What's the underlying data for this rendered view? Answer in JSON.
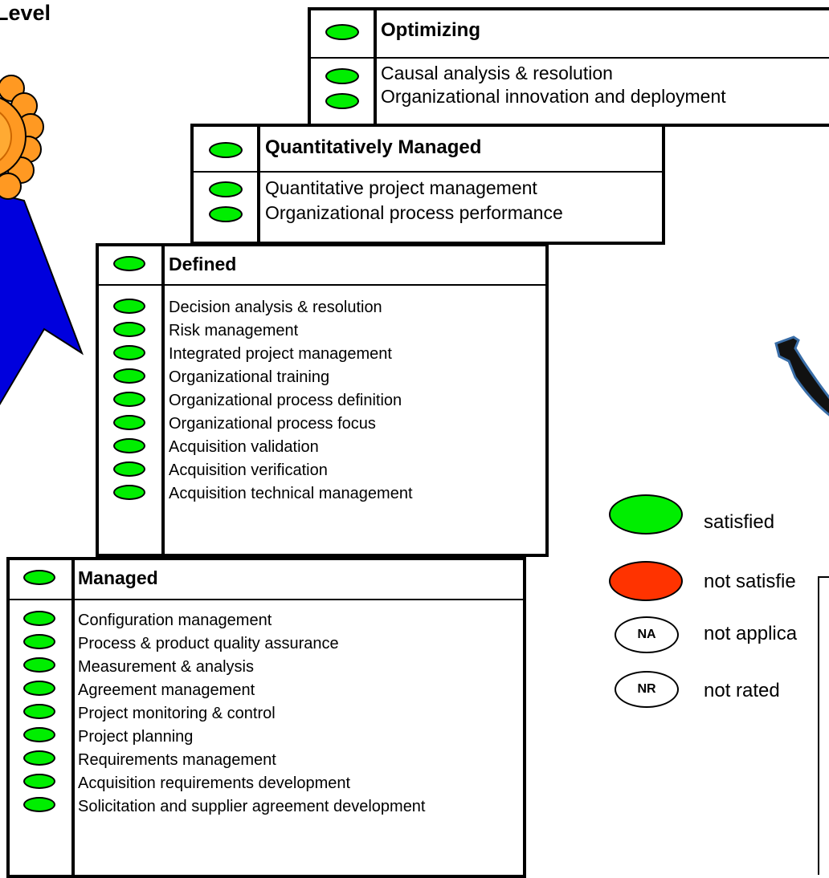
{
  "page": {
    "title": "Level"
  },
  "levels": {
    "optimizing": {
      "title": "Optimizing",
      "status": "satisfied",
      "items": [
        {
          "label": "Causal analysis & resolution",
          "status": "satisfied"
        },
        {
          "label": "Organizational innovation and deployment",
          "status": "satisfied"
        }
      ]
    },
    "quantitative": {
      "title": "Quantitatively Managed",
      "status": "satisfied",
      "items": [
        {
          "label": "Quantitative project management",
          "status": "satisfied"
        },
        {
          "label": "Organizational process performance",
          "status": "satisfied"
        }
      ]
    },
    "defined": {
      "title": "Defined",
      "status": "satisfied",
      "items": [
        {
          "label": "Decision analysis & resolution",
          "status": "satisfied"
        },
        {
          "label": "Risk management",
          "status": "satisfied"
        },
        {
          "label": "Integrated project management",
          "status": "satisfied"
        },
        {
          "label": "Organizational training",
          "status": "satisfied"
        },
        {
          "label": "Organizational process definition",
          "status": "satisfied"
        },
        {
          "label": "Organizational process focus",
          "status": "satisfied"
        },
        {
          "label": "Acquisition validation",
          "status": "satisfied"
        },
        {
          "label": "Acquisition verification",
          "status": "satisfied"
        },
        {
          "label": "Acquisition technical management",
          "status": "satisfied"
        }
      ]
    },
    "managed": {
      "title": "Managed",
      "status": "satisfied",
      "items": [
        {
          "label": "Configuration management",
          "status": "satisfied"
        },
        {
          "label": "Process & product quality assurance",
          "status": "satisfied"
        },
        {
          "label": "Measurement & analysis",
          "status": "satisfied"
        },
        {
          "label": "Agreement management",
          "status": "satisfied"
        },
        {
          "label": "Project monitoring & control",
          "status": "satisfied"
        },
        {
          "label": "Project planning",
          "status": "satisfied"
        },
        {
          "label": "Requirements management",
          "status": "satisfied"
        },
        {
          "label": "Acquisition requirements development",
          "status": "satisfied"
        },
        {
          "label": "Solicitation and supplier agreement development",
          "status": "satisfied"
        }
      ]
    }
  },
  "legend": [
    {
      "key": "satisfied",
      "badge": "",
      "label": "satisfied",
      "color": "#00ee00"
    },
    {
      "key": "not_satisfied",
      "badge": "",
      "label": "not satisfie",
      "color": "#ff3300"
    },
    {
      "key": "not_applicable",
      "badge": "NA",
      "label": "not applica",
      "color": "#ffffff"
    },
    {
      "key": "not_rated",
      "badge": "NR",
      "label": "not rated",
      "color": "#ffffff"
    }
  ],
  "colors": {
    "satisfied": "#00ee00",
    "not_satisfied": "#ff3300",
    "ribbon": "#0000dd",
    "medal": "#ff9922"
  }
}
